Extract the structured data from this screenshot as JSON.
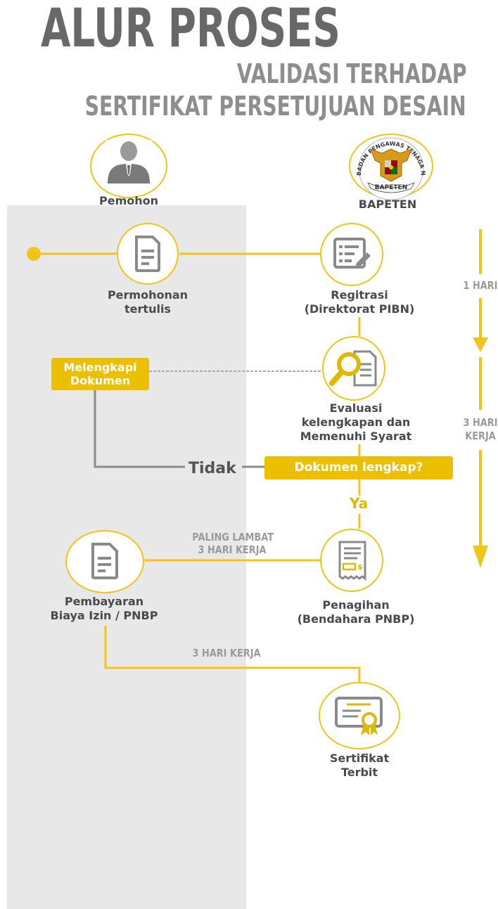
{
  "header": {
    "title": "ALUR PROSES",
    "subtitle_line1": "VALIDASI TERHADAP",
    "subtitle_line2": "SERTIFIKAT PERSETUJUAN DESAIN"
  },
  "actors": {
    "applicant": {
      "label": "Pemohon",
      "icon": "person-icon"
    },
    "agency": {
      "label": "BAPETEN",
      "icon": "bapeten-emblem",
      "emblem_text": "BADAN PENGAWAS TENAGA NUKLIR",
      "emblem_banner": "BAPETEN"
    }
  },
  "steps": {
    "request": {
      "line1": "Permohonan",
      "line2": "tertulis",
      "icon": "document-icon"
    },
    "registration": {
      "line1": "Regitrasi",
      "line2": "(Direktorat PIBN)",
      "icon": "form-edit-icon"
    },
    "evaluation": {
      "line1": "Evaluasi",
      "line2": "kelengkapan dan",
      "line3": "Memenuhi Syarat",
      "icon": "magnifier-document-icon"
    },
    "complete_docs": {
      "line1": "Melengkapi",
      "line2": "Dokumen"
    },
    "decision": {
      "label": "Dokumen lengkap?",
      "no": "Tidak",
      "yes": "Ya"
    },
    "payment": {
      "line1": "Pembayaran",
      "line2": "Biaya Izin / PNBP",
      "icon": "document-icon"
    },
    "billing": {
      "line1": "Penagihan",
      "line2": "(Bendahara PNBP)",
      "icon": "invoice-icon"
    },
    "certificate": {
      "line1": "Sertifikat",
      "line2": "Terbit",
      "icon": "certificate-icon"
    }
  },
  "durations": {
    "payment_line1": "PALING LAMBAT",
    "payment_line2": "3 HARI KERJA",
    "certificate": "3 HARI KERJA"
  },
  "timeline": {
    "first": "1 HARI",
    "second_line1": "3 HARI",
    "second_line2": "KERJA"
  },
  "colors": {
    "accent": "#f0c419",
    "box": "#ecc000",
    "lane": "#e8e8e8",
    "text_dark": "#4a4a4a",
    "icon_gray": "#8a8a8a"
  }
}
